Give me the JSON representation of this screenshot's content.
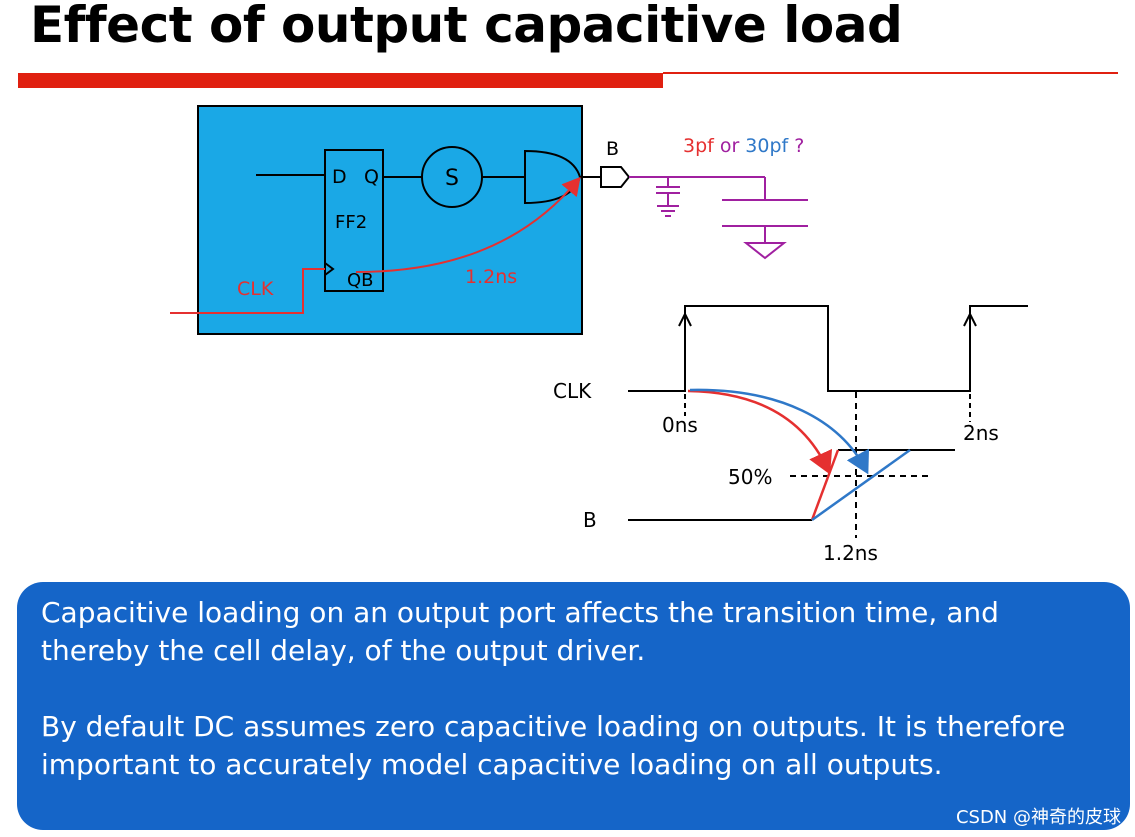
{
  "title": "Effect of output capacitive load",
  "schematic": {
    "flipflop_d": "D",
    "flipflop_q": "Q",
    "flipflop_name": "FF2",
    "flipflop_qb": "QB",
    "logic_block": "S",
    "clk_label": "CLK",
    "path_delay": "1.2ns",
    "output_port": "B",
    "load_a": "3pf",
    "load_or": "or",
    "load_b": "30pf",
    "load_q": "?"
  },
  "waveform": {
    "clk_label": "CLK",
    "b_label": "B",
    "t0": "0ns",
    "t2": "2ns",
    "threshold": "50%",
    "delay": "1.2ns"
  },
  "description": {
    "para1": "Capacitive loading on an output port affects the transition time, and thereby the cell delay, of the output driver.",
    "para2": "By default DC assumes zero capacitive loading on outputs. It is therefore important to accurately model capacitive loading on all outputs."
  },
  "watermark": "CSDN @神奇的皮球",
  "colors": {
    "block_fill": "#1aa8e6",
    "red_path": "#e53030",
    "blue_path": "#2f78c8",
    "load_magenta": "#a020a0",
    "info_box": "#1565c8"
  }
}
